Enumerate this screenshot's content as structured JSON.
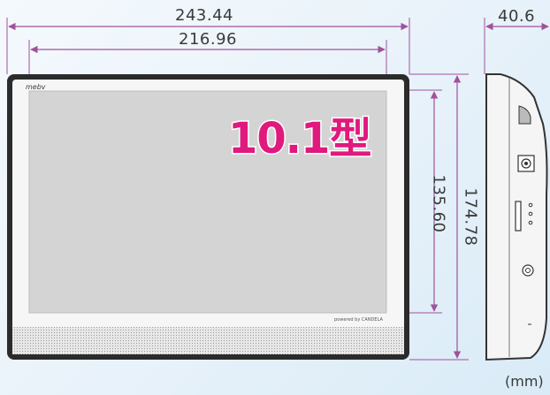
{
  "dimensions": {
    "overall_width": "243.44",
    "screen_width": "216.96",
    "side_depth": "40.6",
    "screen_height": "135.60",
    "overall_height": "174.78"
  },
  "product": {
    "size_badge": "10.1型",
    "brand_logo": "mebv",
    "powered_by": "powered by CANDELA"
  },
  "unit": "(mm)",
  "colors": {
    "dimension_line": "#a0529a",
    "badge": "#e0197d",
    "bezel": "#2b2b2b",
    "screen": "#d4d4d4"
  }
}
